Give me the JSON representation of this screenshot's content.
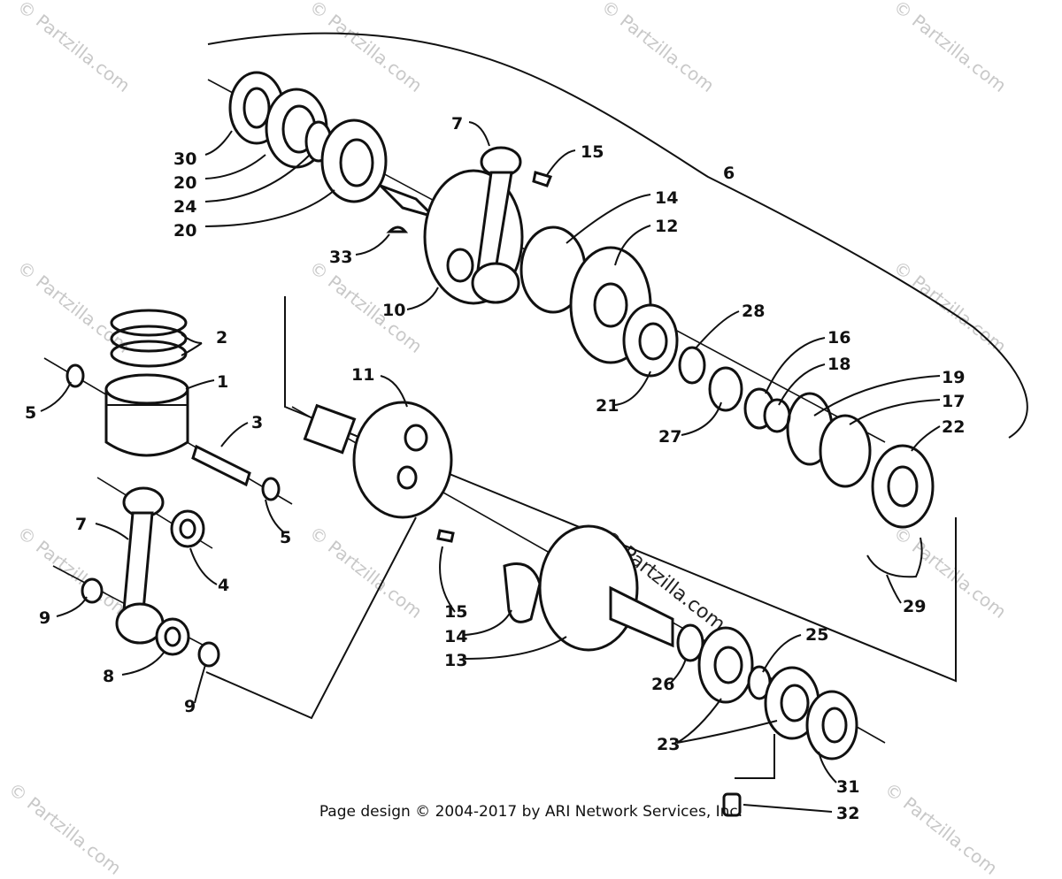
{
  "watermark": "© Partzilla.com",
  "center_watermark": "© Partzilla.com",
  "footer": "Page design © 2004-2017 by ARI Network Services, Inc.",
  "callouts": {
    "c1": "1",
    "c2": "2",
    "c3": "3",
    "c4": "4",
    "c5a": "5",
    "c5b": "5",
    "c6": "6",
    "c7a": "7",
    "c7b": "7",
    "c8": "8",
    "c9a": "9",
    "c9b": "9",
    "c10": "10",
    "c11": "11",
    "c12": "12",
    "c13": "13",
    "c14a": "14",
    "c14b": "14",
    "c15a": "15",
    "c15b": "15",
    "c16": "16",
    "c17": "17",
    "c18": "18",
    "c19": "19",
    "c20a": "20",
    "c20b": "20",
    "c21": "21",
    "c22": "22",
    "c23": "23",
    "c24": "24",
    "c25": "25",
    "c26": "26",
    "c27": "27",
    "c28": "28",
    "c29": "29",
    "c30": "30",
    "c31": "31",
    "c32": "32",
    "c33": "33"
  }
}
